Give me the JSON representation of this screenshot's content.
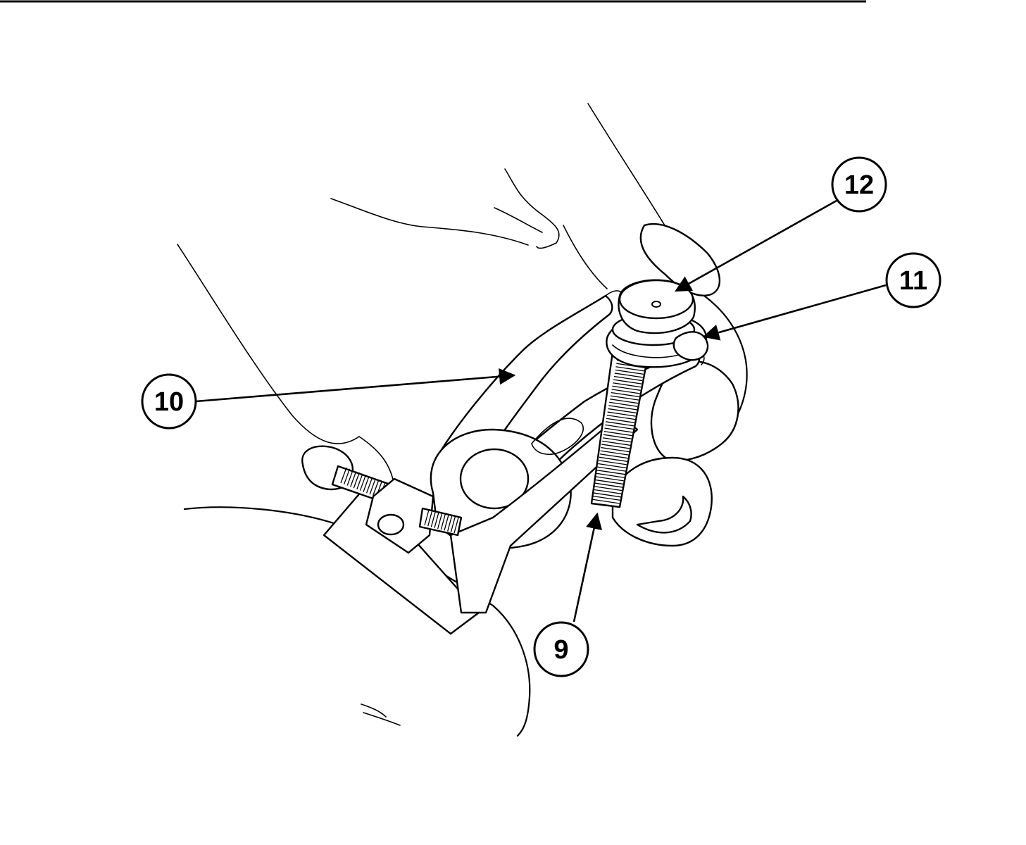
{
  "callouts": [
    {
      "id": "c9",
      "label": "9"
    },
    {
      "id": "c10",
      "label": "10"
    },
    {
      "id": "c11",
      "label": "11"
    },
    {
      "id": "c12",
      "label": "12"
    }
  ],
  "colors": {
    "ink": "#000000",
    "paper": "#ffffff"
  }
}
